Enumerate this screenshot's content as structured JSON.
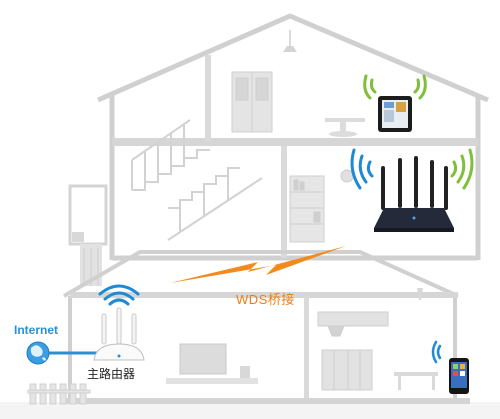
{
  "labels": {
    "internet": "Internet",
    "main_router": "主路由器",
    "wds_bridge": "WDS桥接"
  },
  "colors": {
    "wall": "#d8d8d8",
    "floor": "#ececec",
    "line": "#c8c8c8",
    "signal_blue": "#1e8ad6",
    "signal_green": "#7fbf3a",
    "bridge_orange": "#f28a1e",
    "internet_blue": "#2a8fd6"
  },
  "icons": [
    "globe-icon",
    "wifi-blue-icon",
    "wifi-green-icon",
    "router-icon",
    "tablet-icon",
    "phone-icon",
    "lightning-bolt-icon"
  ]
}
